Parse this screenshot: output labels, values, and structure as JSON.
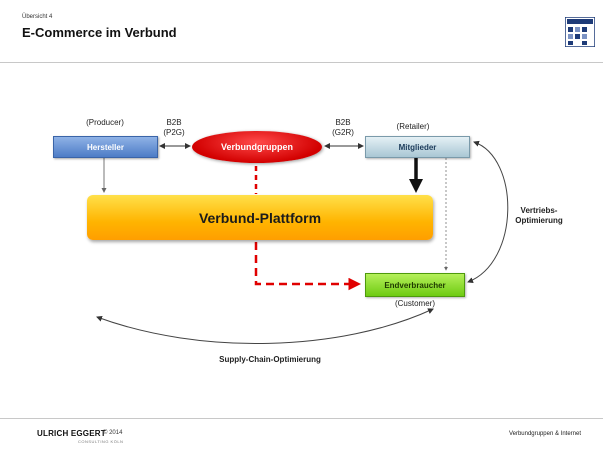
{
  "header": {
    "slide_label": "Übersicht 4",
    "title": "E-Commerce im Verbund"
  },
  "diagram": {
    "producer_label": "(Producer)",
    "hersteller": "Hersteller",
    "b2b_left_1": "B2B",
    "b2b_left_2": "(P2G)",
    "verbundgruppen": "Verbundgruppen",
    "b2b_right_1": "B2B",
    "b2b_right_2": "(G2R)",
    "retailer_label": "(Retailer)",
    "mitglieder": "Mitglieder",
    "plattform": "Verbund-Plattform",
    "vertriebs_1": "Vertriebs-",
    "vertriebs_2": "Optimierung",
    "endverbraucher": "Endverbraucher",
    "customer_label": "(Customer)",
    "supply_chain": "Supply-Chain-Optimierung"
  },
  "footer": {
    "brand": "ULRICH EGGERT",
    "year": "© 2014",
    "brand_sub": "CONSULTING KÖLN",
    "right_text": "Verbundgruppen & Internet"
  },
  "colors": {
    "hersteller": "#4d7cc6",
    "verbundgruppen": "#e00000",
    "mitglieder": "#bcd6e0",
    "plattform": "#ffb400",
    "endverbraucher": "#7ed321",
    "dashed_arrow": "#e00000"
  },
  "icons": {
    "logo": "grid-logo-icon"
  }
}
